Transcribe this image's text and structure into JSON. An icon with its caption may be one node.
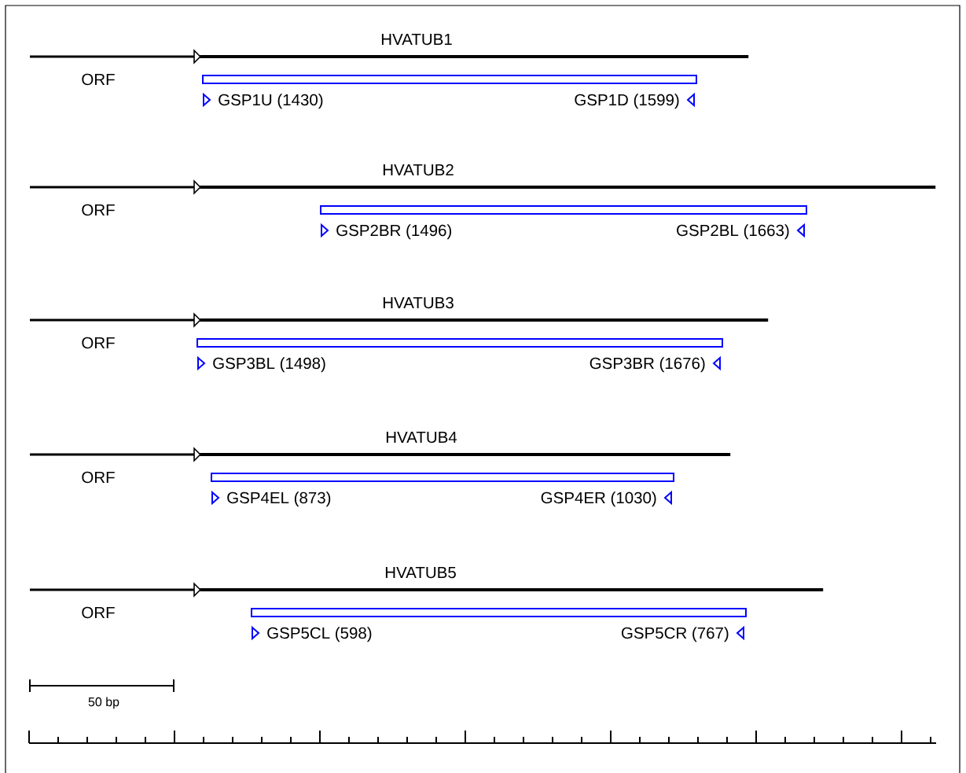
{
  "diagram": {
    "nodes": [
      {
        "text": [
          "ORF"
        ]
      },
      {
        "text": [
          "HVATUB1"
        ]
      },
      {
        "text": [
          "GSP1U (1430)",
          "GSP1D (1599)"
        ]
      },
      {
        "text": [
          "ORF"
        ]
      },
      {
        "text": [
          "HVATUB2"
        ]
      },
      {
        "text": [
          "GSP2BR (1496)",
          "GSP2BL (1663)"
        ]
      },
      {
        "text": [
          "ORF"
        ]
      },
      {
        "text": [
          "HVATUB3"
        ]
      },
      {
        "text": [
          "GSP3BL (1498)",
          "GSP3BR (1676)"
        ]
      },
      {
        "text": [
          "ORF"
        ]
      },
      {
        "text": [
          "HVATUB4"
        ]
      },
      {
        "text": [
          "GSP4EL (873)",
          "GSP4ER (1030)"
        ]
      },
      {
        "text": [
          "ORF"
        ]
      },
      {
        "text": [
          "HVATUB5"
        ]
      },
      {
        "text": [
          "GSP5CL (598)",
          "GSP5CR (767)"
        ]
      }
    ],
    "labels": [
      "50 bp"
    ]
  }
}
